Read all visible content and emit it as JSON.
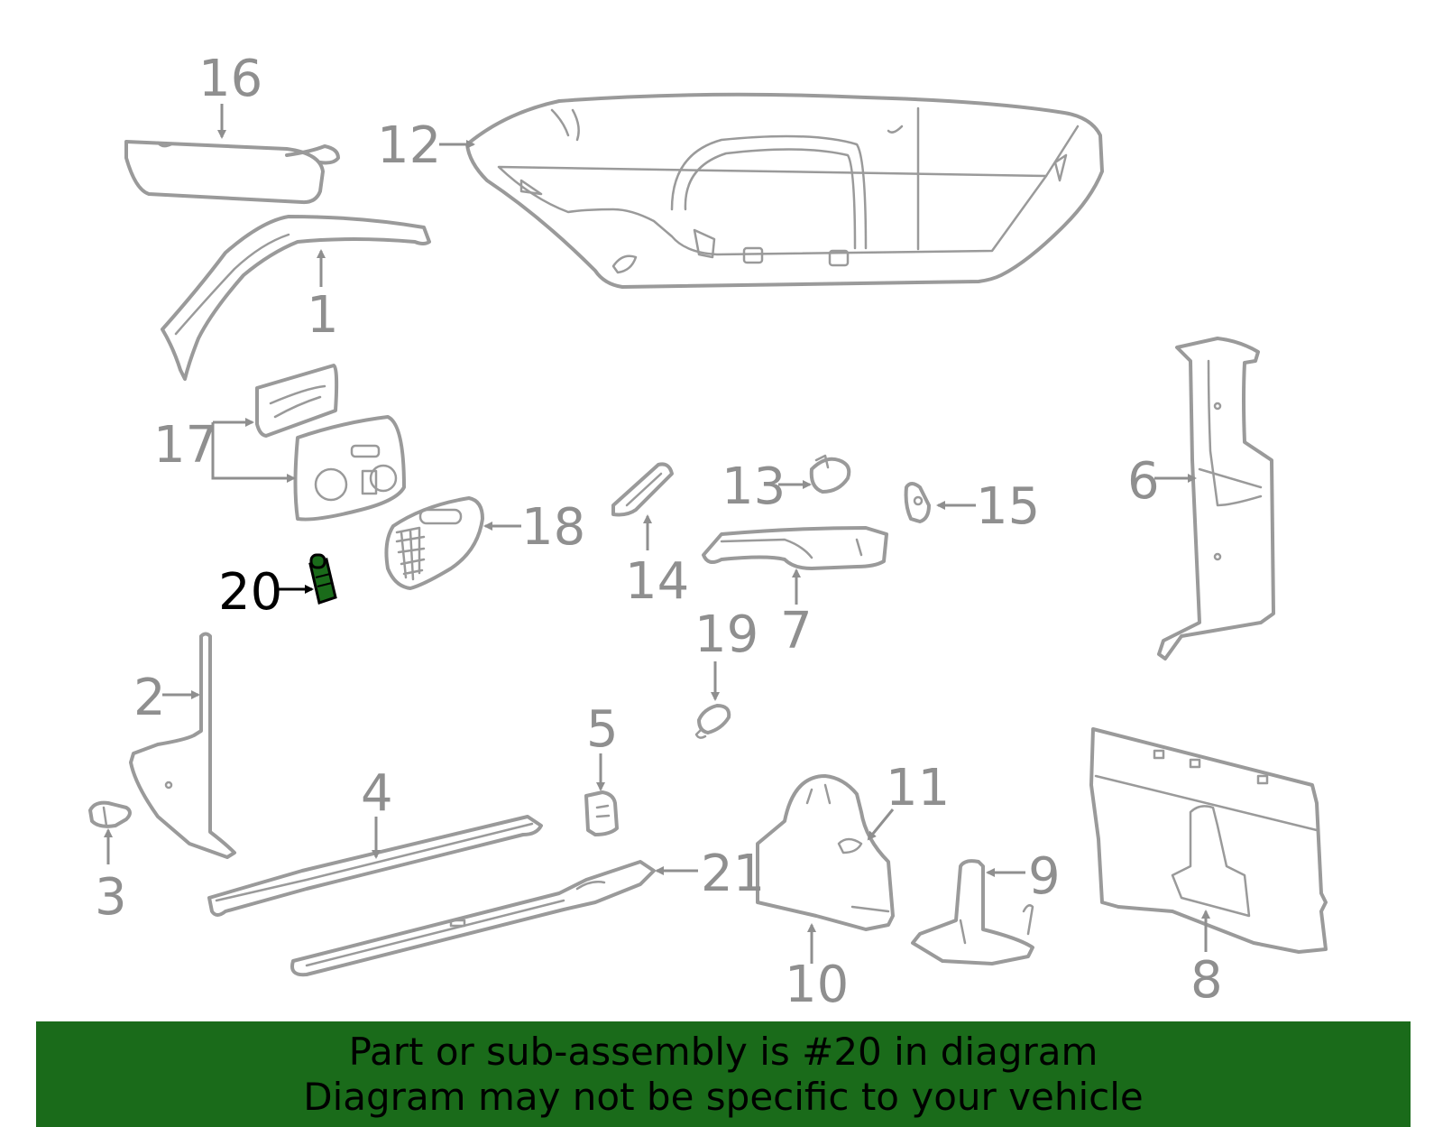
{
  "callouts": {
    "c1": "1",
    "c2": "2",
    "c3": "3",
    "c4": "4",
    "c5": "5",
    "c6": "6",
    "c7": "7",
    "c8": "8",
    "c9": "9",
    "c10": "10",
    "c11": "11",
    "c12": "12",
    "c13": "13",
    "c14": "14",
    "c15": "15",
    "c16": "16",
    "c17": "17",
    "c18": "18",
    "c19": "19",
    "c20": "20",
    "c21": "21"
  },
  "highlight": {
    "part_number": "20",
    "color": "#1a6b1a",
    "label_color": "#000000"
  },
  "colors": {
    "line": "#9a9a9a",
    "banner_bg": "#1a6b1a"
  },
  "banner": {
    "line1": "Part or sub-assembly is #20 in diagram",
    "line2": "Diagram may not be specific to your vehicle"
  }
}
